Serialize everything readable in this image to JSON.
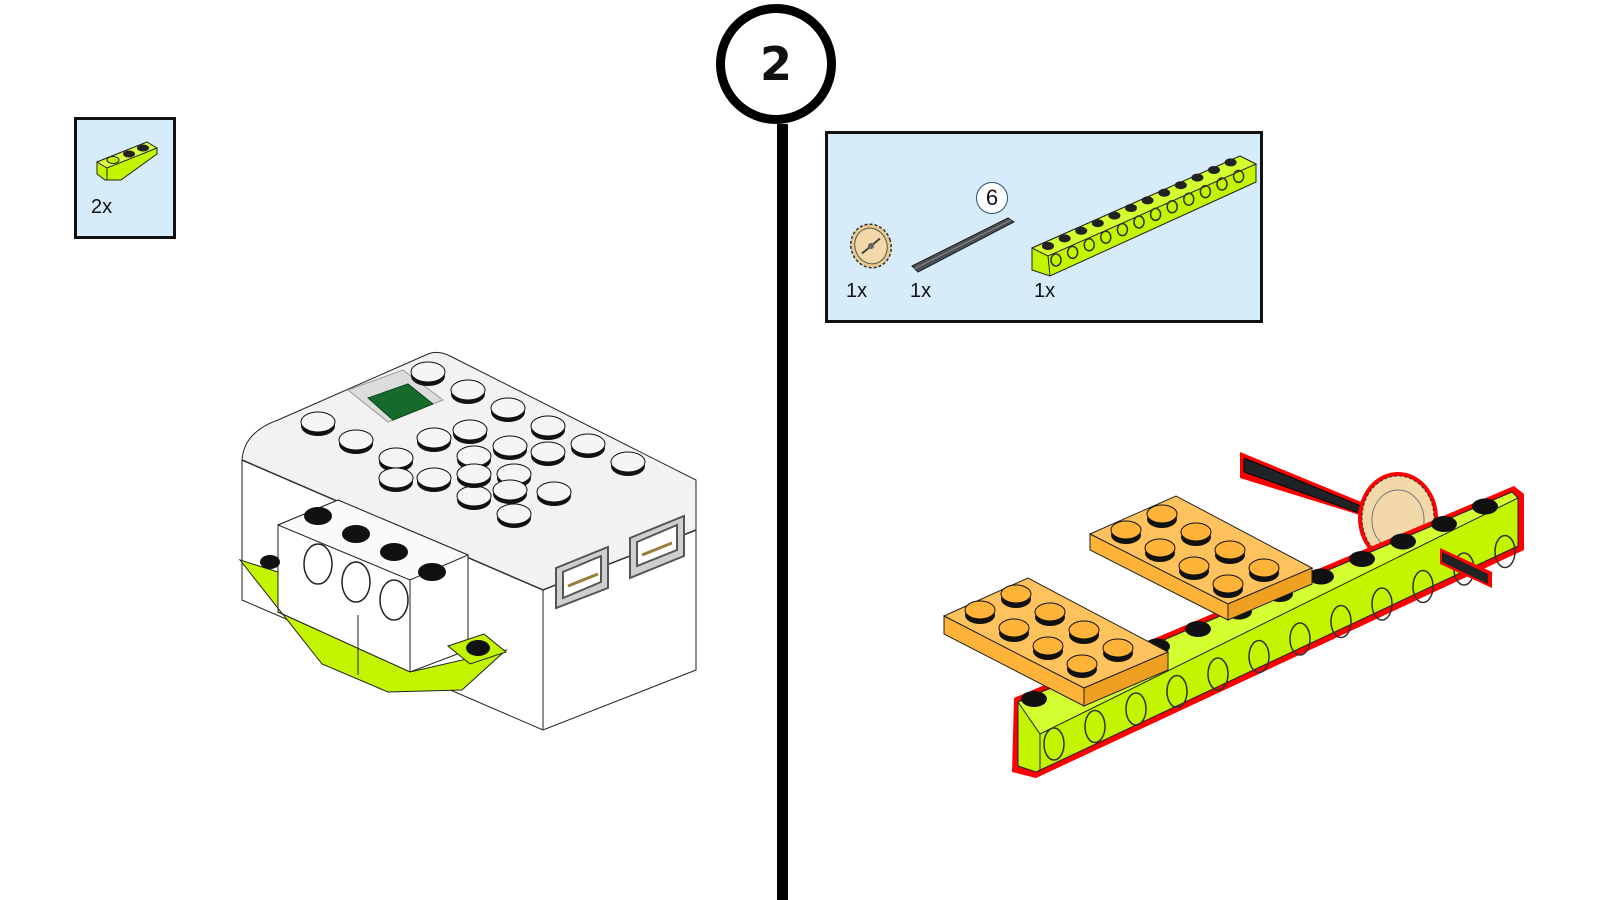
{
  "step": {
    "number": "2"
  },
  "left_panel": {
    "parts_list": [
      {
        "part": "lime-inverted-slope-brick",
        "quantity": "2x"
      }
    ]
  },
  "right_panel": {
    "parts_list": [
      {
        "part": "tan-24-tooth-gear",
        "quantity": "1x"
      },
      {
        "part": "dark-grey-axle",
        "quantity": "1x",
        "length_badge": "6"
      },
      {
        "part": "lime-technic-beam-12",
        "quantity": "1x"
      }
    ]
  },
  "colors": {
    "parts_box_bg": "#d6ecfb",
    "lime": "#c3f400",
    "orange_plate": "#ffb338",
    "hub_white": "#f2f2f2",
    "hub_green_button": "#156a2c",
    "highlight_outline": "#ff0000",
    "gear_tan": "#f3d9a9",
    "axle_dark": "#2b2b2b"
  }
}
